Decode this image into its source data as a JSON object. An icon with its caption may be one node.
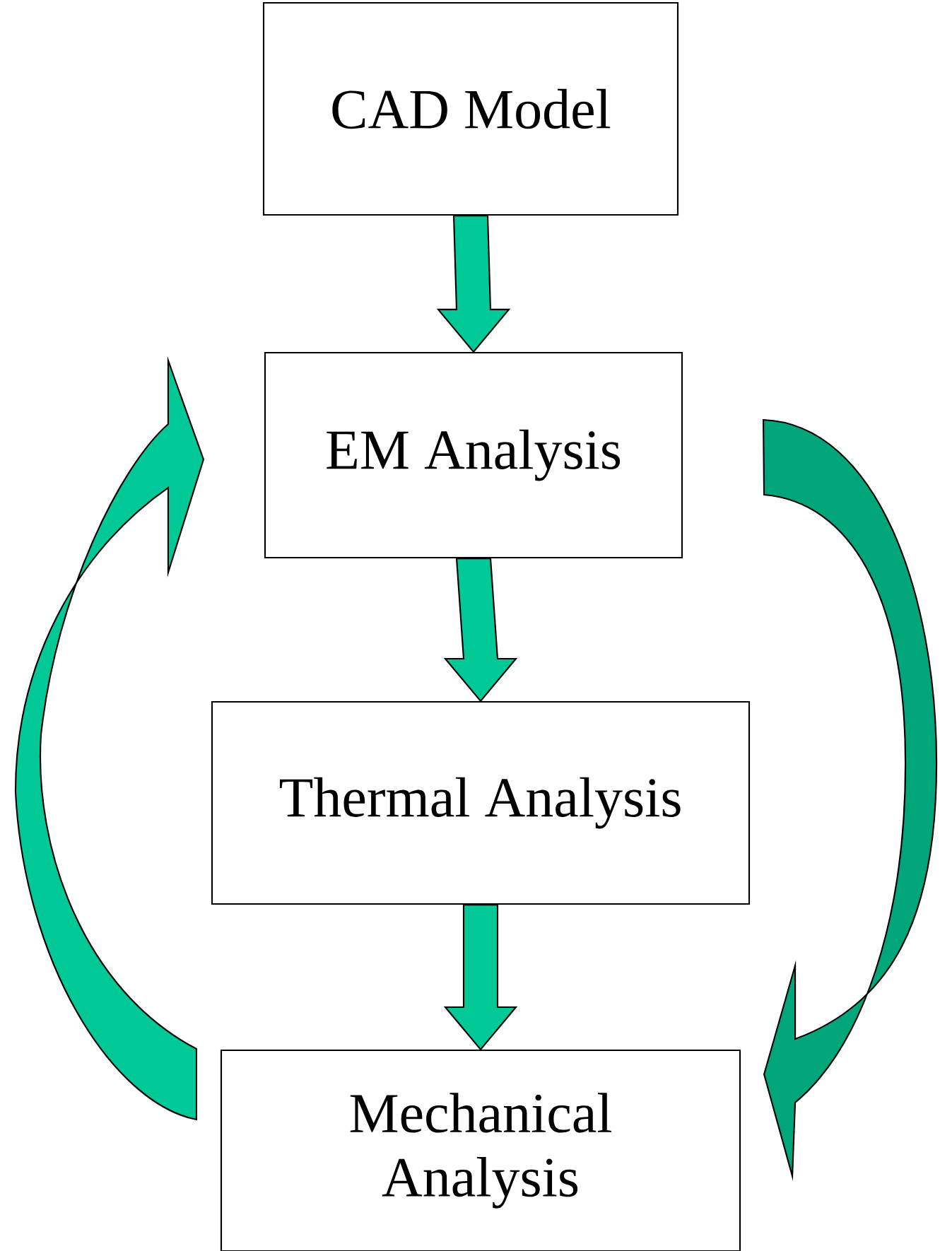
{
  "diagram": {
    "nodes": [
      {
        "text": [
          "CAD Model"
        ]
      },
      {
        "text": [
          "EM Analysis"
        ]
      },
      {
        "text": [
          "Thermal Analysis"
        ]
      },
      {
        "text": [
          "Mechanical Analysis"
        ]
      }
    ],
    "edges": [
      {
        "from": 0,
        "to": 1,
        "arrow": "to"
      },
      {
        "from": 1,
        "to": 2,
        "arrow": "to"
      },
      {
        "from": 2,
        "to": 3,
        "arrow": "to"
      },
      {
        "from": 3,
        "to": 1,
        "arrow": "to"
      },
      {
        "from": 1,
        "to": 3,
        "arrow": "to"
      }
    ]
  }
}
